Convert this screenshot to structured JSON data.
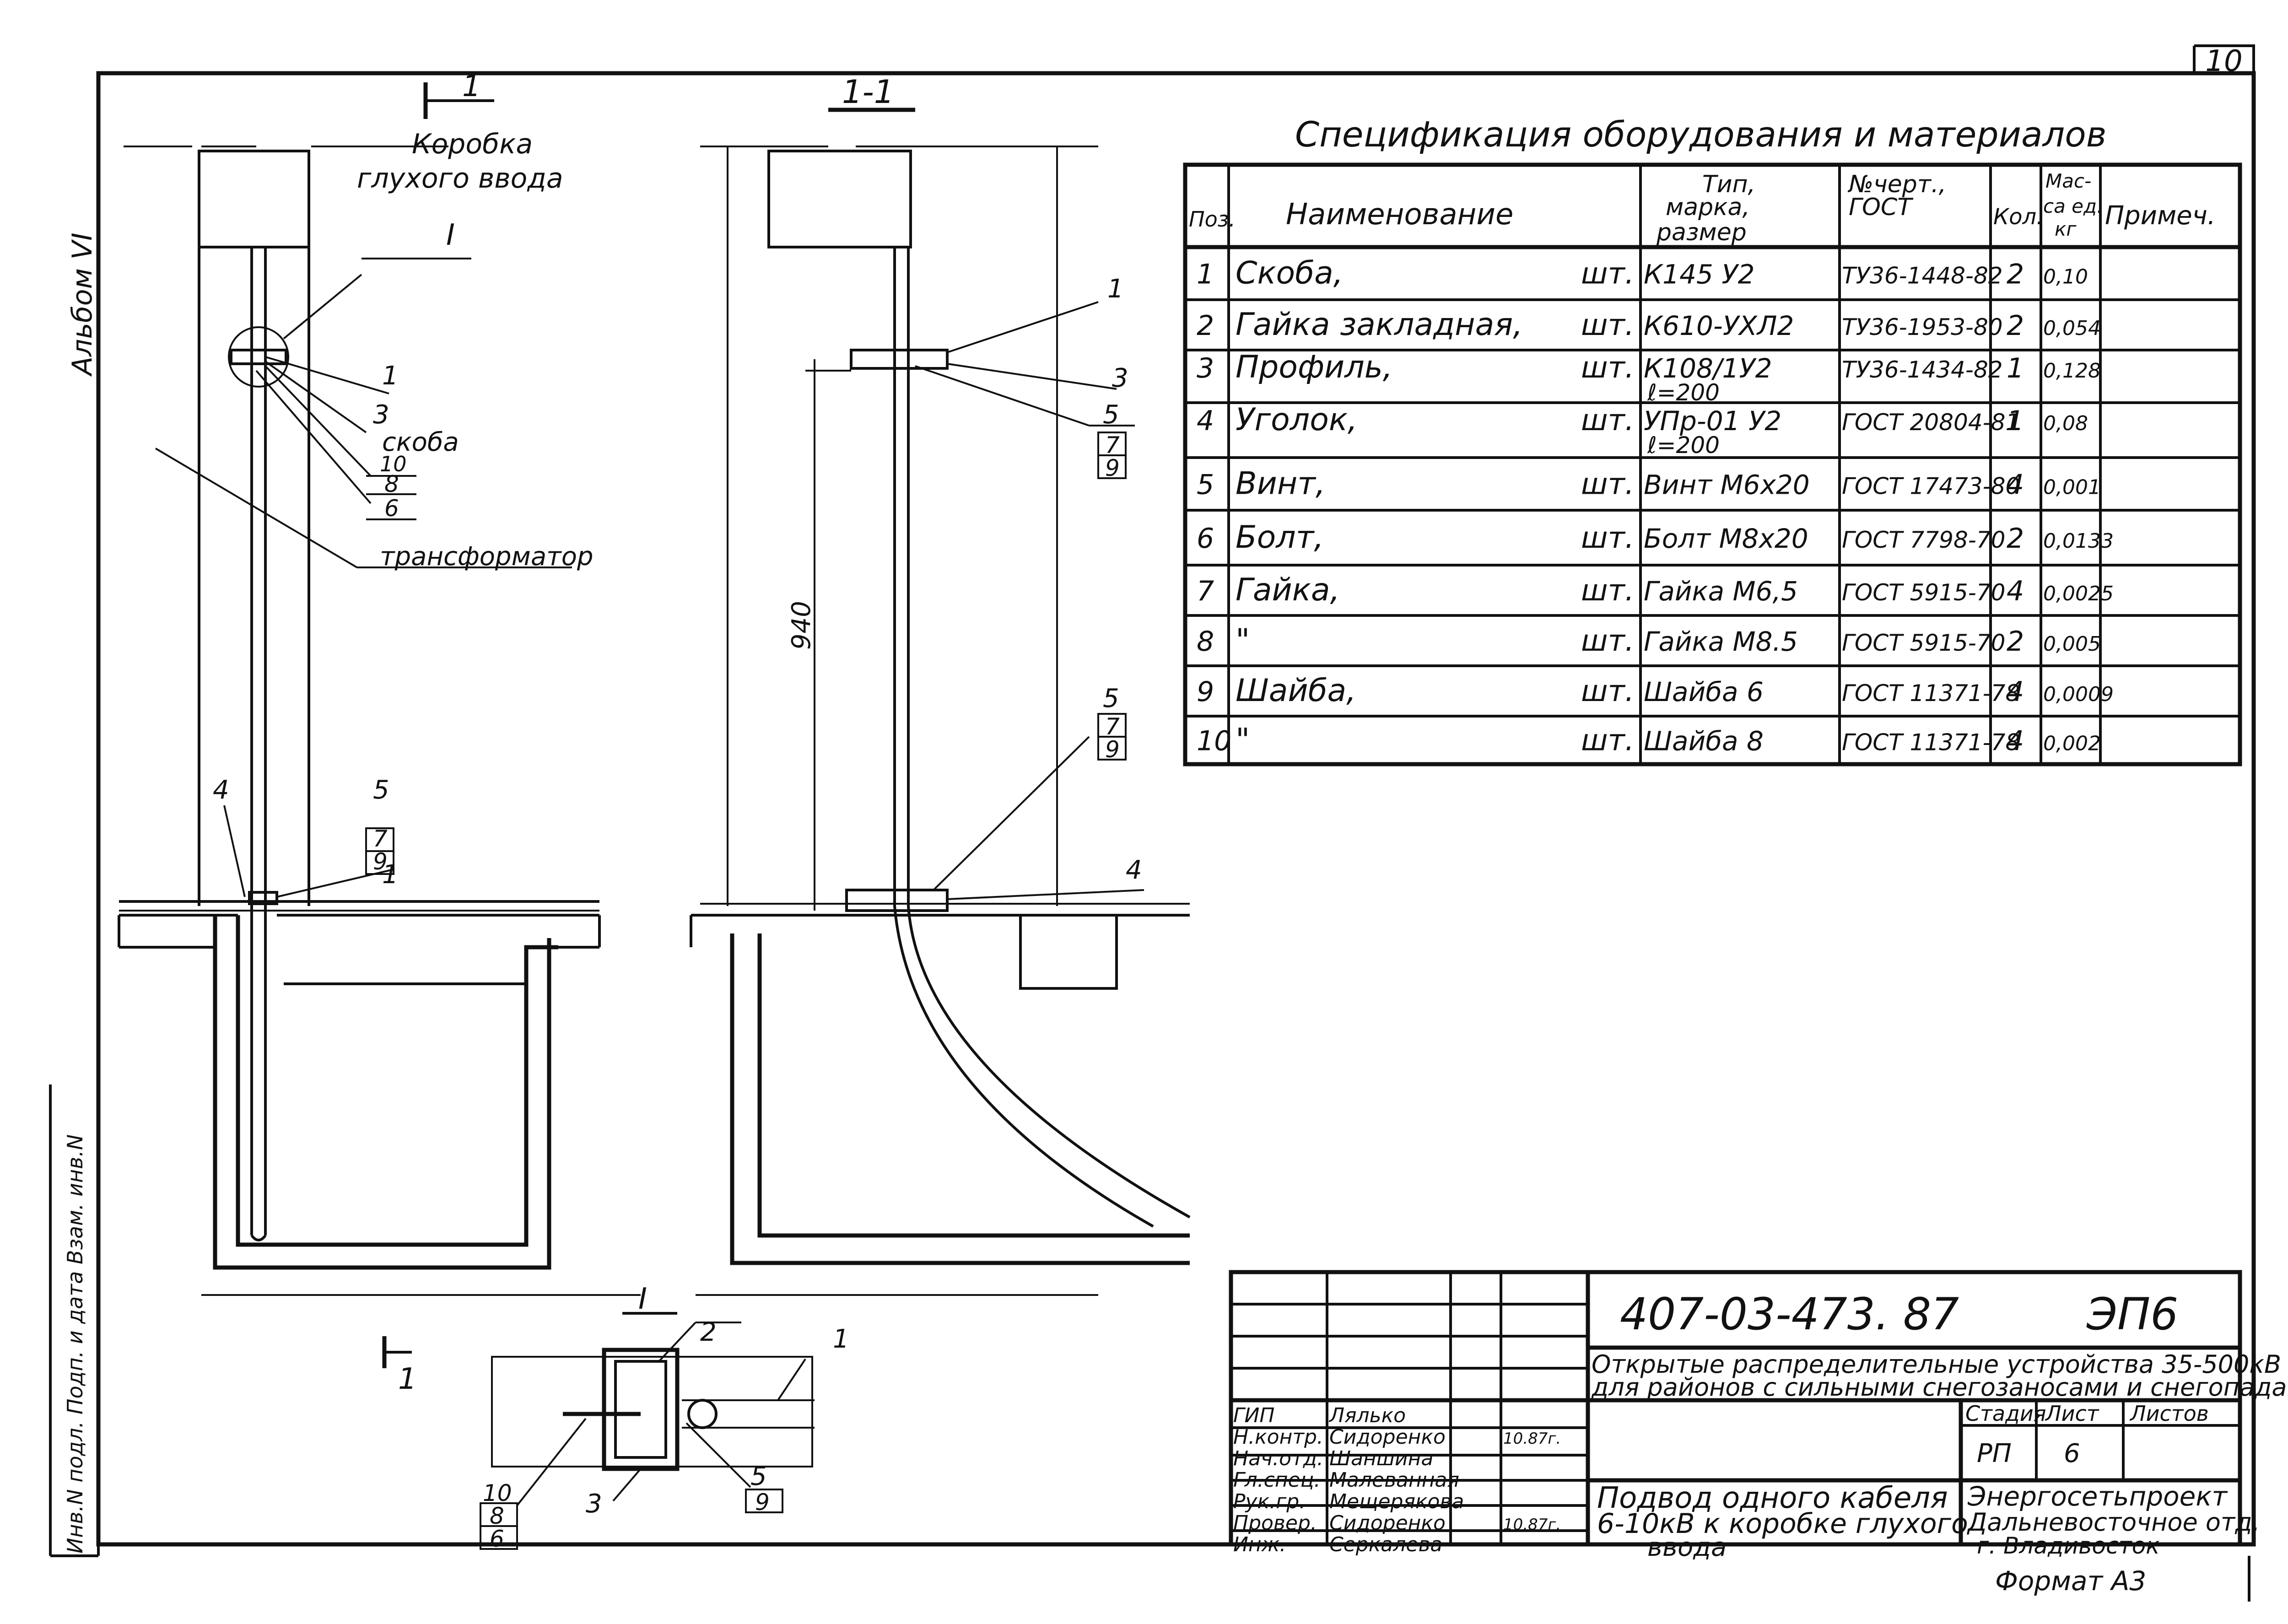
{
  "sheet_number": "10",
  "album_label": "Альбом VI",
  "side_stamp": "Инв.N подл. Подп. и дата Взам. инв.N",
  "left_view": {
    "section_mark": "1",
    "box_label_line1": "Коробка",
    "box_label_line2": "глухого ввода",
    "detail_mark": "I",
    "callout_1": "1",
    "callout_3": "3",
    "bracket_label": "скоба",
    "callout_10": "10",
    "callout_8": "8",
    "callout_6": "6",
    "transformer_label": "трансформатор",
    "callout_4": "4",
    "callout_5": "5",
    "callout_7": "7",
    "callout_9": "9",
    "callout_1_bottom": "1"
  },
  "section_view": {
    "title": "1-1",
    "callout_1": "1",
    "callout_3": "3",
    "callout_5": "5",
    "callout_7": "7",
    "callout_9": "9",
    "dimension": "940",
    "callout_5b": "5",
    "callout_7b": "7",
    "callout_9b": "9",
    "callout_4": "4"
  },
  "detail_view": {
    "title": "I",
    "callout_2": "2",
    "callout_1": "1",
    "callout_10": "10",
    "callout_8": "8",
    "callout_6": "6",
    "callout_3": "3",
    "callout_5": "5",
    "callout_9": "9",
    "section_mark": "1"
  },
  "spec": {
    "title": "Спецификация оборудования и материалов",
    "headers": {
      "pos": "Поз.",
      "name": "Наименование",
      "type_l1": "Тип,",
      "type_l2": "марка,",
      "type_l3": "размер",
      "doc_l1": "№черт.,",
      "doc_l2": "ГОСТ",
      "qty": "Кол.",
      "mass_l1": "Мас-",
      "mass_l2": "са ед.",
      "mass_l3": "кг",
      "note": "Примеч."
    },
    "rows": [
      {
        "pos": "1",
        "name": "Скоба,",
        "unit": "шт.",
        "type": "К145 У2",
        "type2": "",
        "doc": "ТУ36-1448-82",
        "qty": "2",
        "mass": "0,10"
      },
      {
        "pos": "2",
        "name": "Гайка закладная,",
        "unit": "шт.",
        "type": "К610-УХЛ2",
        "type2": "",
        "doc": "ТУ36-1953-80",
        "qty": "2",
        "mass": "0,054"
      },
      {
        "pos": "3",
        "name": "Профиль,",
        "unit": "шт.",
        "type": "К108/1У2",
        "type2": "ℓ=200",
        "doc": "ТУ36-1434-82",
        "qty": "1",
        "mass": "0,128"
      },
      {
        "pos": "4",
        "name": "Уголок,",
        "unit": "шт.",
        "type": "УПр-01 У2",
        "type2": "ℓ=200",
        "doc": "ГОСТ 20804-81",
        "qty": "1",
        "mass": "0,08"
      },
      {
        "pos": "5",
        "name": "Винт,",
        "unit": "шт.",
        "type": "Винт М6х20",
        "type2": "",
        "doc": "ГОСТ 17473-80",
        "qty": "4",
        "mass": "0,001"
      },
      {
        "pos": "6",
        "name": "Болт,",
        "unit": "шт.",
        "type": "Болт М8х20",
        "type2": "",
        "doc": "ГОСТ 7798-70",
        "qty": "2",
        "mass": "0,0133"
      },
      {
        "pos": "7",
        "name": "Гайка,",
        "unit": "шт.",
        "type": "Гайка М6,5",
        "type2": "",
        "doc": "ГОСТ 5915-70",
        "qty": "4",
        "mass": "0,0025"
      },
      {
        "pos": "8",
        "name": "\"",
        "unit": "шт.",
        "type": "Гайка М8.5",
        "type2": "",
        "doc": "ГОСТ 5915-70",
        "qty": "2",
        "mass": "0,005"
      },
      {
        "pos": "9",
        "name": "Шайба,",
        "unit": "шт.",
        "type": "Шайба 6",
        "type2": "",
        "doc": "ГОСТ 11371-78",
        "qty": "4",
        "mass": "0,0009"
      },
      {
        "pos": "10",
        "name": "\"",
        "unit": "шт.",
        "type": "Шайба 8",
        "type2": "",
        "doc": "ГОСТ 11371-78",
        "qty": "4",
        "mass": "0,002"
      }
    ]
  },
  "title_block": {
    "doc_code": "407-03-473. 87",
    "sheet_code": "ЭП6",
    "project_l1": "Открытые распределительные устройства 35-500кВ",
    "project_l2": "для районов с сильными снегозаносами и снегопадами",
    "stage_h": "Стадия",
    "sheet_h": "Лист",
    "sheets_h": "Листов",
    "stage": "РП",
    "sheet": "6",
    "drawing_l1": "Подвод одного кабеля",
    "drawing_l2": "6-10кВ к коробке глухого",
    "drawing_l3": "ввода",
    "org_l1": "Энергосетьпроект",
    "org_l2": "Дальневосточное отд.",
    "org_l3": "г. Владивосток",
    "roles": [
      {
        "role": "ГИП",
        "name": "Лялько",
        "date": ""
      },
      {
        "role": "Н.контр.",
        "name": "Сидоренко",
        "date": "10.87г."
      },
      {
        "role": "Нач.отд.",
        "name": "Шаншина",
        "date": ""
      },
      {
        "role": "Гл.спец.",
        "name": "Малеванная",
        "date": ""
      },
      {
        "role": "Рук.гр.",
        "name": "Мещерякова",
        "date": ""
      },
      {
        "role": "Провер.",
        "name": "Сидоренко",
        "date": "10.87г."
      },
      {
        "role": "Инж.",
        "name": "Серкалева",
        "date": ""
      }
    ],
    "format": "Формат А3"
  }
}
